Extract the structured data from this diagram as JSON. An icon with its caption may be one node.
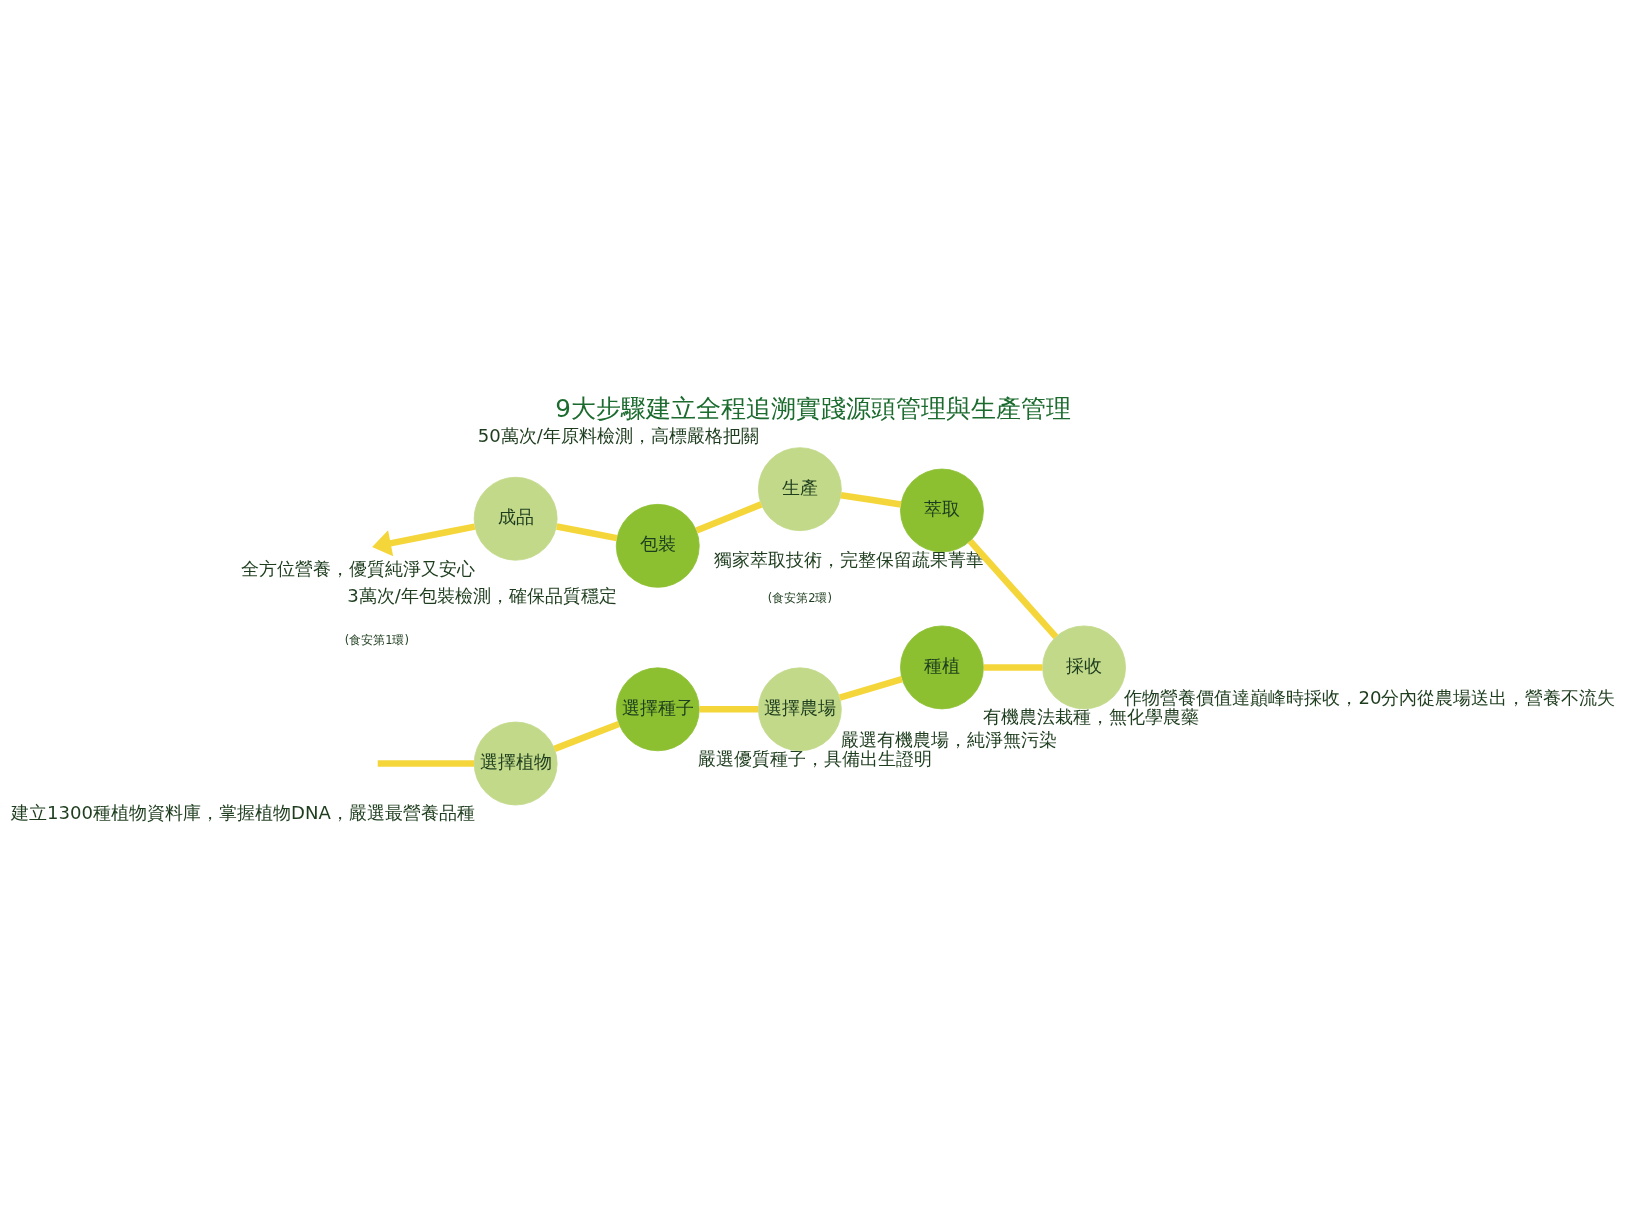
{
  "diagram": {
    "title": "9大步驟建立全程追溯實踐源頭管理與生產管理",
    "nodes": [
      {
        "text": [
          "選擇植物"
        ],
        "beside": [
          "建立1300種植物資料庫，掌握植物DNA，嚴選最營養品種"
        ]
      },
      {
        "text": [
          "選擇種子"
        ],
        "beside": [
          "嚴選優質種子，具備出生證明"
        ]
      },
      {
        "text": [
          "選擇農場"
        ],
        "beside": [
          "嚴選有機農場，純淨無污染"
        ]
      },
      {
        "text": [
          "種植"
        ],
        "beside": [
          "有機農法栽種，無化學農藥"
        ]
      },
      {
        "text": [
          "採收"
        ],
        "beside": [
          "作物營養價值達巔峰時採收，20分內從農場送出，營養不流失"
        ]
      },
      {
        "text": [
          "萃取"
        ],
        "beside": [
          "獨家萃取技術，完整保留蔬果菁華"
        ]
      },
      {
        "text": [
          "生產"
        ],
        "beside": [
          "50萬次/年原料檢測，高標嚴格把關"
        ]
      },
      {
        "text": [
          "包裝"
        ],
        "beside": [
          "3萬次/年包裝檢測，確保品質穩定"
        ]
      },
      {
        "text": [
          "成品"
        ],
        "beside": [
          "全方位營養，優質純淨又安心"
        ]
      }
    ],
    "edges": [
      {
        "from": null,
        "to": 0,
        "arrow": "none"
      },
      {
        "from": 0,
        "to": 1,
        "arrow": "none"
      },
      {
        "from": 1,
        "to": 2,
        "arrow": "none"
      },
      {
        "from": 2,
        "to": 3,
        "arrow": "none"
      },
      {
        "from": 3,
        "to": 4,
        "arrow": "none"
      },
      {
        "from": 4,
        "to": 5,
        "arrow": "none"
      },
      {
        "from": 5,
        "to": 6,
        "arrow": "none"
      },
      {
        "from": 6,
        "to": 7,
        "arrow": "none"
      },
      {
        "from": 7,
        "to": 8,
        "arrow": "none"
      },
      {
        "from": 8,
        "to": null,
        "arrow": "to"
      }
    ],
    "labels": [
      "(食安第1環)",
      "(食安第2環)"
    ]
  }
}
